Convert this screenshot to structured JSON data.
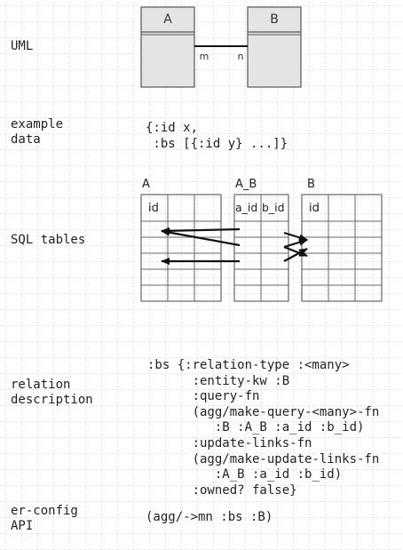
{
  "labels": {
    "uml": "UML",
    "example_data": "example\ndata",
    "sql_tables": "SQL tables",
    "relation_description": "relation\ndescription",
    "er_config_api": "er-config\nAPI"
  },
  "uml": {
    "class_a": "A",
    "class_b": "B",
    "mult_a": "m",
    "mult_b": "n"
  },
  "example_data": "{:id x,\n :bs [{:id y} ...]}",
  "tables": {
    "a_title": "A",
    "a_col": "id",
    "ab_title": "A_B",
    "ab_col1": "a_id",
    "ab_col2": "b_id",
    "b_title": "B",
    "b_col": "id"
  },
  "relation_description": ":bs {:relation-type :<many>\n      :entity-kw :B\n      :query-fn\n      (agg/make-query-<many>-fn\n         :B :A_B :a_id :b_id)\n      :update-links-fn\n      (agg/make-update-links-fn\n         :A_B :a_id :b_id)\n      :owned? false}",
  "er_config": "(agg/->mn :bs :B)"
}
